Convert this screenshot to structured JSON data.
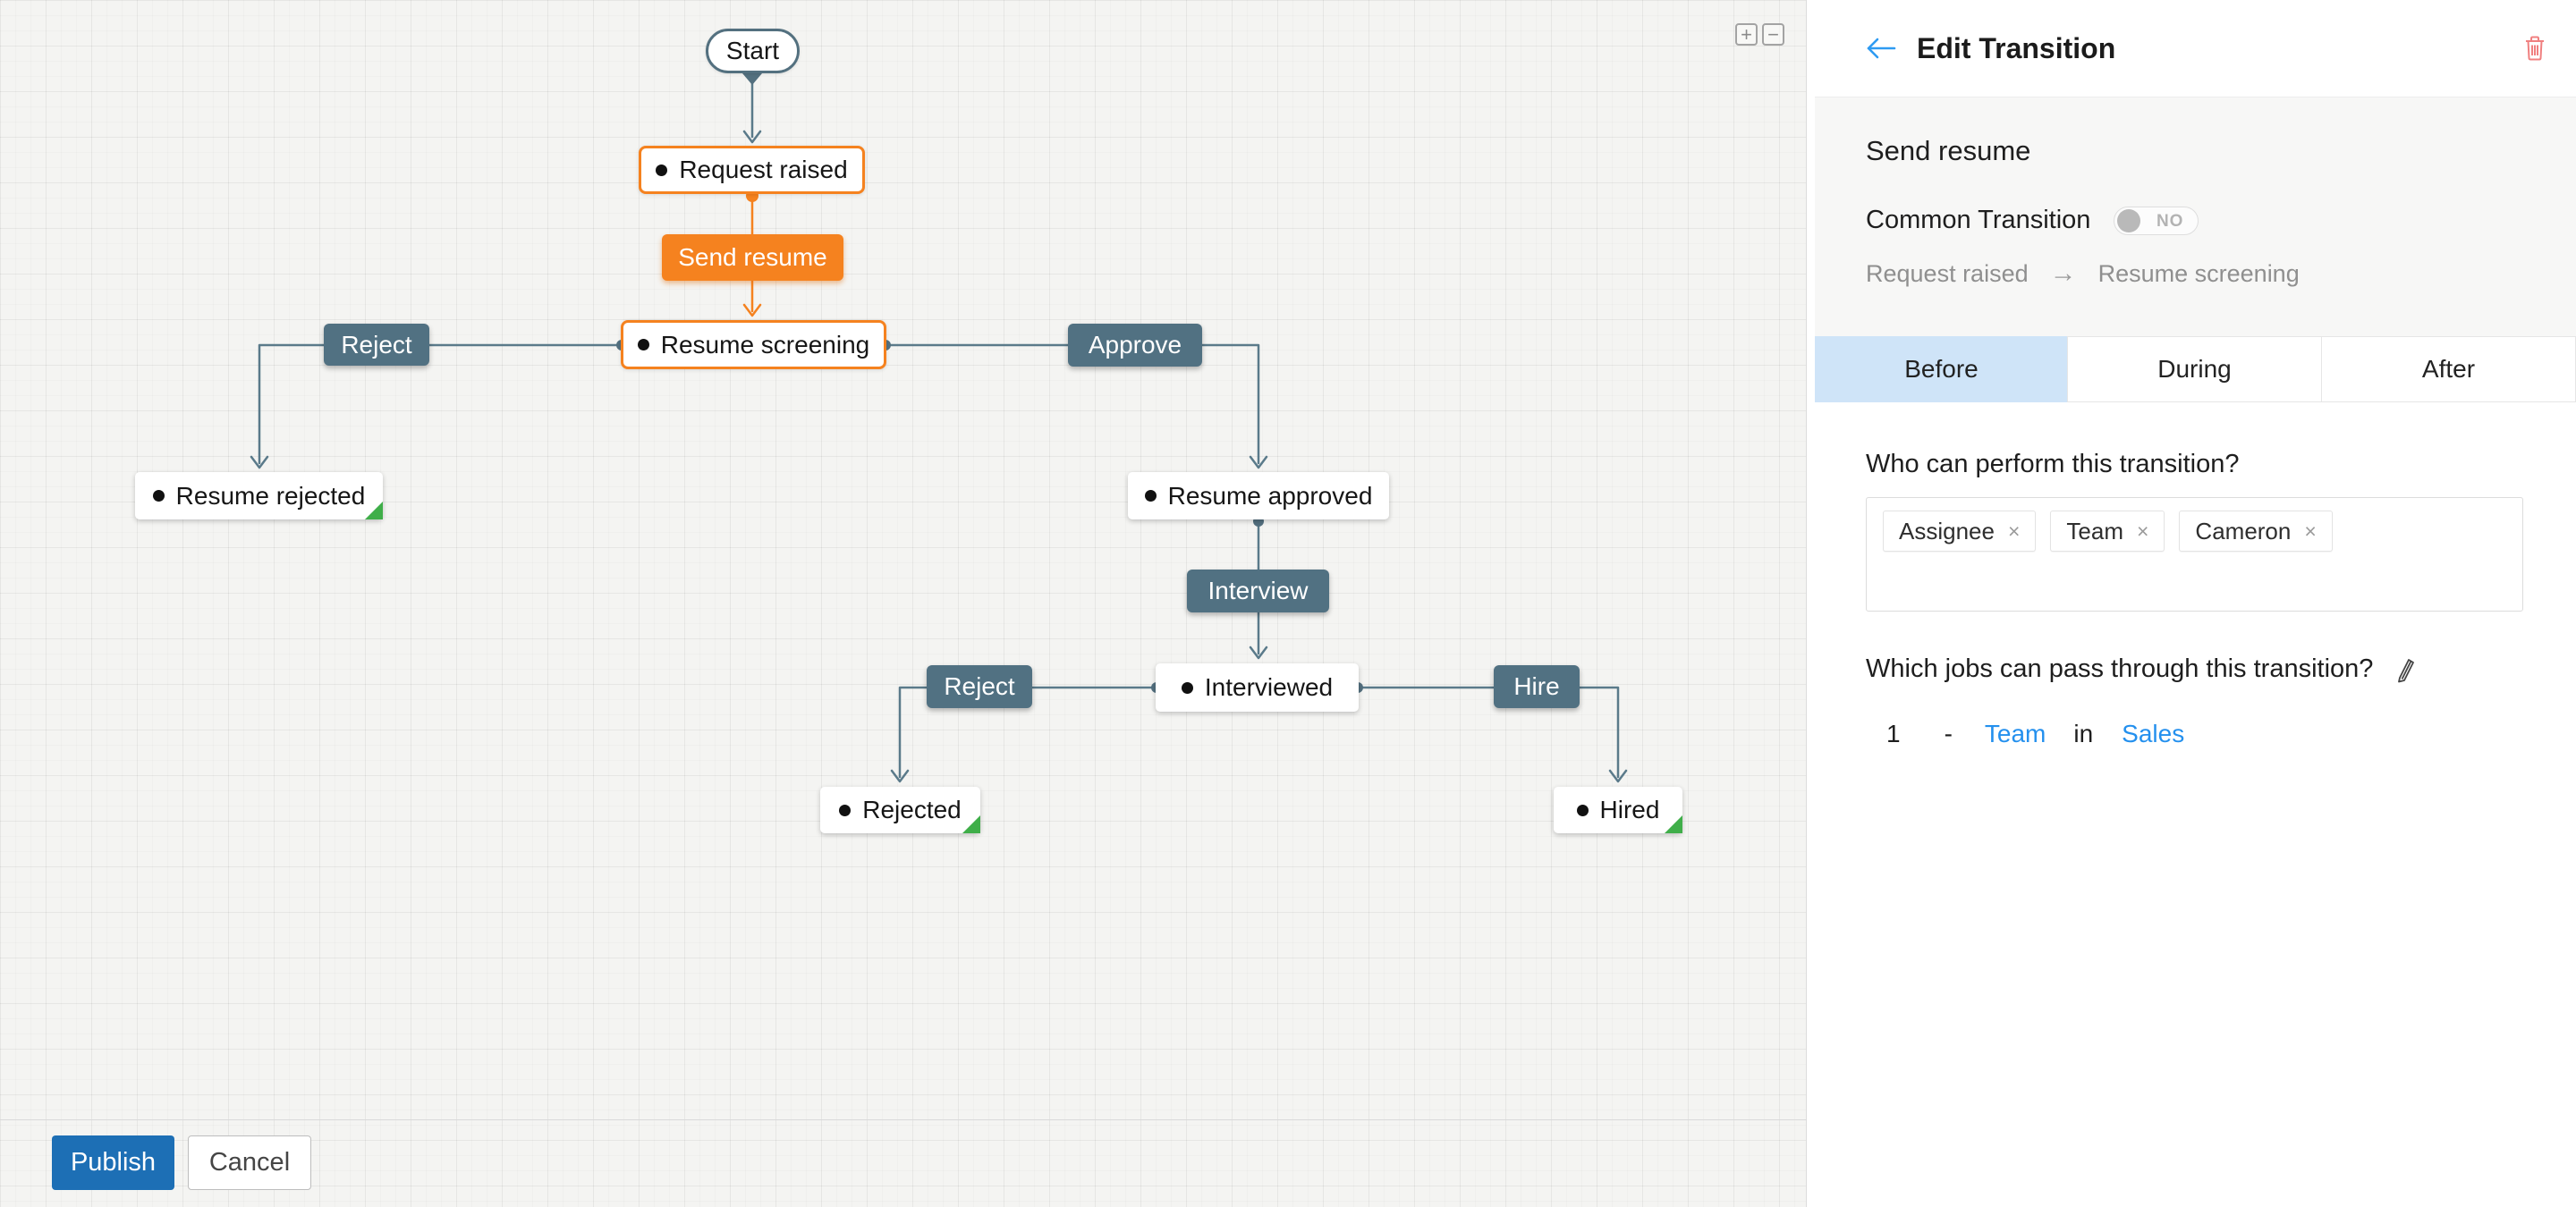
{
  "colors": {
    "orange_accent": "#f5821f",
    "slate_button": "#517182",
    "connector": "#5a7a8a",
    "end_state_green": "#3fae49",
    "publish_blue": "#1d6fb5",
    "link_blue": "#2490ee",
    "active_tab_bg": "#cfe4f8",
    "back_arrow_blue": "#2e9bf2",
    "trash_red": "#f08080"
  },
  "canvas": {
    "zoom_in": "+",
    "zoom_out": "−",
    "nodes": {
      "start": "Start",
      "request_raised": "Request raised",
      "send_resume": "Send resume",
      "resume_screening": "Resume screening",
      "reject_top": "Reject",
      "approve": "Approve",
      "resume_rejected": "Resume rejected",
      "resume_approved": "Resume approved",
      "interview": "Interview",
      "interviewed": "Interviewed",
      "reject_bottom": "Reject",
      "hire": "Hire",
      "rejected": "Rejected",
      "hired": "Hired"
    },
    "footer": {
      "publish": "Publish",
      "cancel": "Cancel"
    }
  },
  "panel": {
    "title": "Edit Transition",
    "transition_name": "Send resume",
    "common_transition_label": "Common Transition",
    "toggle_state": "NO",
    "from_state": "Request raised",
    "from_to_arrow": "→",
    "to_state": "Resume screening",
    "tabs": [
      {
        "label": "Before",
        "active": true
      },
      {
        "label": "During",
        "active": false
      },
      {
        "label": "After",
        "active": false
      }
    ],
    "perform_question": "Who can perform this transition?",
    "performers": [
      "Assignee",
      "Team",
      "Cameron"
    ],
    "tag_remove": "×",
    "jobs_question": "Which jobs can pass through this transition?",
    "criteria": {
      "index": "1",
      "separator": "-",
      "field": "Team",
      "operator": "in",
      "value": "Sales"
    }
  }
}
